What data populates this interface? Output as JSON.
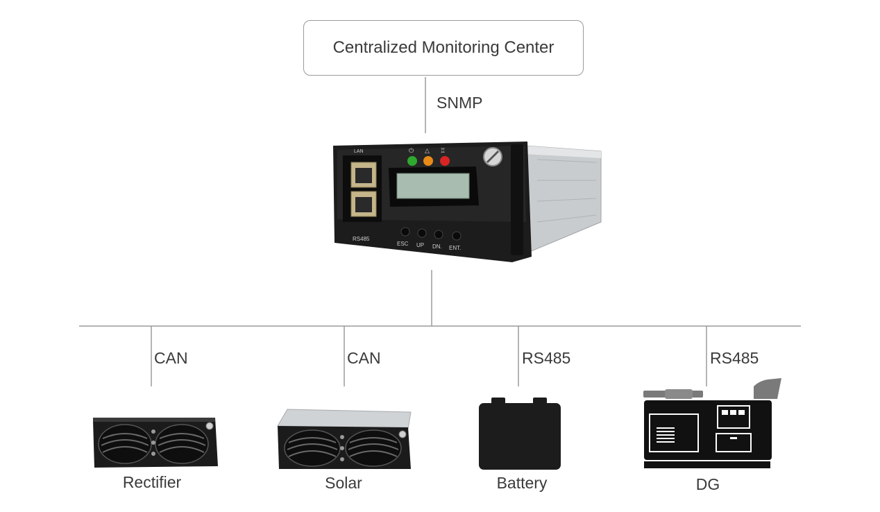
{
  "center": {
    "title": "Centralized Monitoring Center"
  },
  "uplink": {
    "protocol": "SNMP"
  },
  "controller": {
    "port_labels": {
      "lan": "LAN",
      "rs485": "RS485"
    },
    "buttons": [
      "ESC",
      "UP",
      "DN.",
      "ENT."
    ],
    "led_colors": [
      "#2fa82f",
      "#e88a18",
      "#d92424"
    ]
  },
  "devices": [
    {
      "name": "Rectifier",
      "protocol": "CAN"
    },
    {
      "name": "Solar",
      "protocol": "CAN"
    },
    {
      "name": "Battery",
      "protocol": "RS485"
    },
    {
      "name": "DG",
      "protocol": "RS485"
    }
  ]
}
